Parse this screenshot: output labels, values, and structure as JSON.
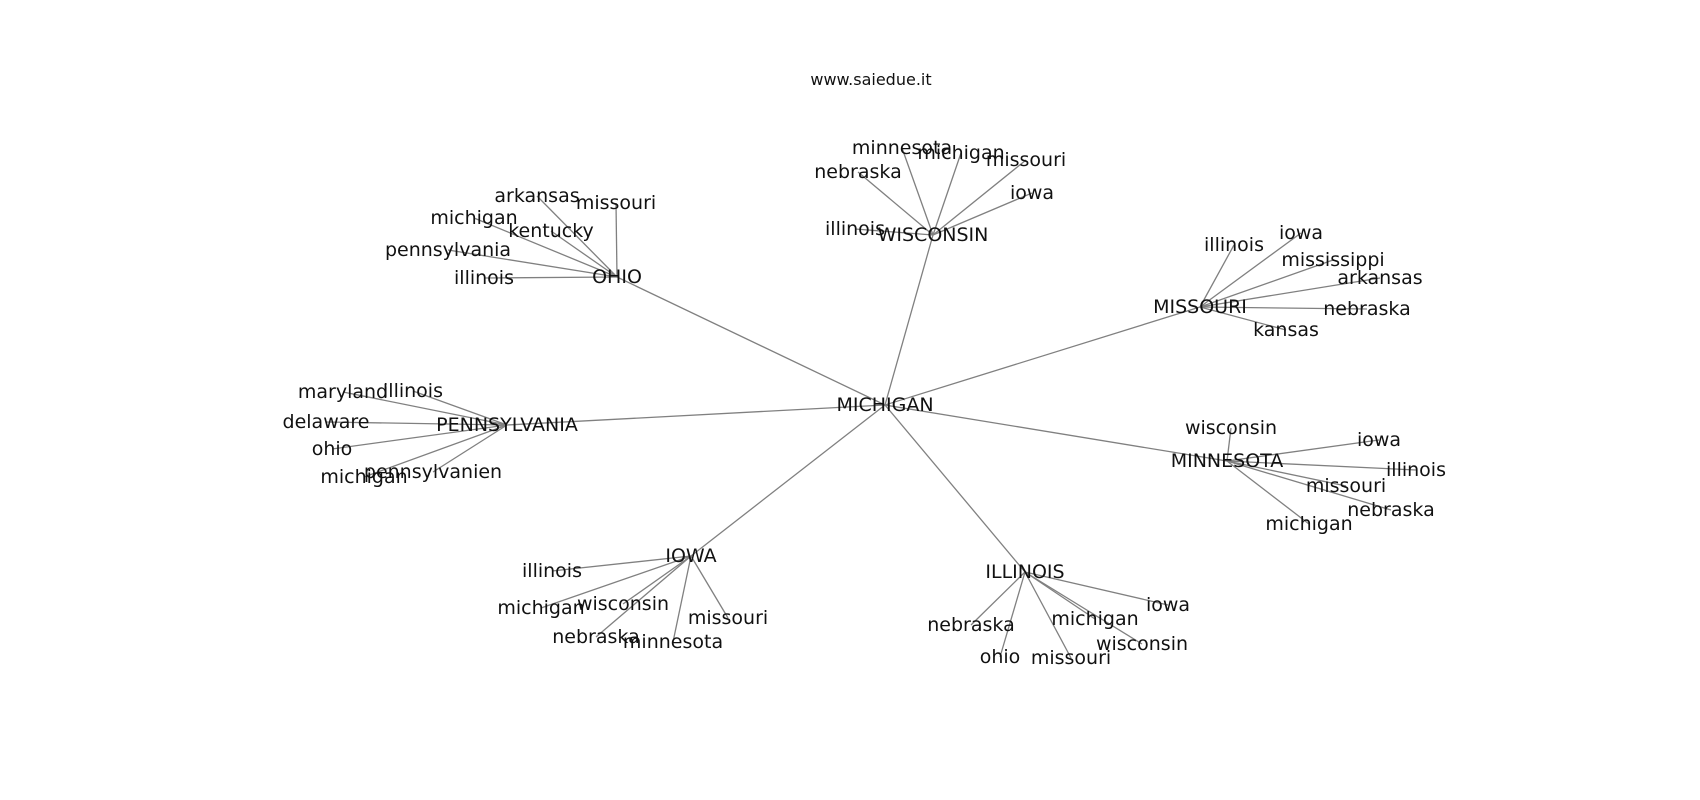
{
  "watermark": "www.saiedue.it",
  "colors": {
    "edge": "#808080",
    "label": "#111111",
    "background": "#ffffff"
  },
  "graph": {
    "center": "MICHIGAN",
    "hubs": [
      {
        "label": "WISCONSIN",
        "leaves": [
          "minnesota",
          "michigan",
          "missouri",
          "nebraska",
          "iowa",
          "illinois"
        ]
      },
      {
        "label": "OHIO",
        "leaves": [
          "arkansas",
          "missouri",
          "michigan",
          "kentucky",
          "pennsylvania",
          "illinois"
        ]
      },
      {
        "label": "MISSOURI",
        "leaves": [
          "illinois",
          "iowa",
          "mississippi",
          "arkansas",
          "nebraska",
          "kansas"
        ]
      },
      {
        "label": "PENNSYLVANIA",
        "leaves": [
          "maryland",
          "illinois",
          "delaware",
          "ohio",
          "pennsylvanien",
          "michigan"
        ]
      },
      {
        "label": "MINNESOTA",
        "leaves": [
          "wisconsin",
          "iowa",
          "illinois",
          "missouri",
          "nebraska",
          "michigan"
        ]
      },
      {
        "label": "IOWA",
        "leaves": [
          "illinois",
          "wisconsin",
          "michigan",
          "missouri",
          "nebraska",
          "minnesota"
        ]
      },
      {
        "label": "ILLINOIS",
        "leaves": [
          "iowa",
          "michigan",
          "nebraska",
          "wisconsin",
          "ohio",
          "missouri"
        ]
      }
    ]
  }
}
